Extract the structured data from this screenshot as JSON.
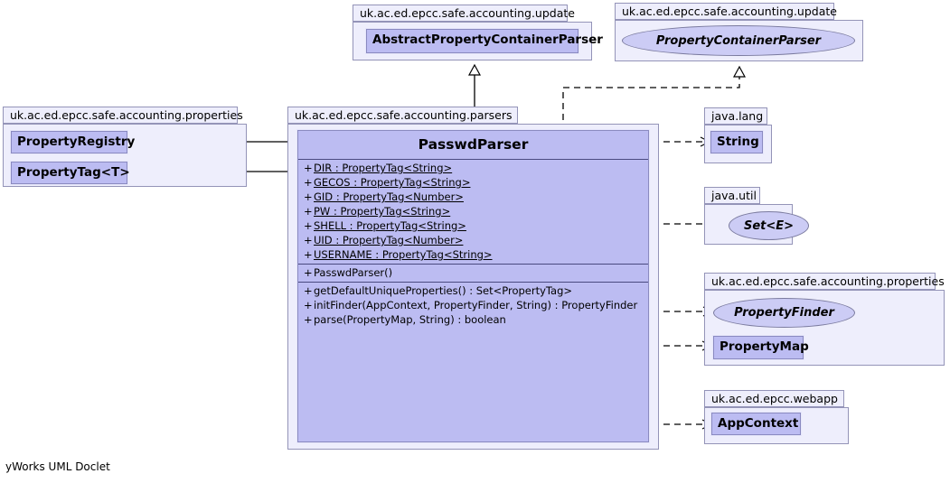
{
  "diagram": {
    "kind": "uml-class-diagram",
    "footer": "yWorks UML Doclet",
    "colors": {
      "class_fill": "#bcbcf2",
      "class_border": "#8a8ac0",
      "package_fill": "#eeeefc",
      "package_border": "#9494b8",
      "interface_fill": "#ccccf5",
      "line": "#000000",
      "background": "#ffffff"
    }
  },
  "packages": {
    "update_abstract": {
      "label": "uk.ac.ed.epcc.safe.accounting.update"
    },
    "update_iface": {
      "label": "uk.ac.ed.epcc.safe.accounting.update"
    },
    "properties_left": {
      "label": "uk.ac.ed.epcc.safe.accounting.properties"
    },
    "parsers": {
      "label": "uk.ac.ed.epcc.safe.accounting.parsers"
    },
    "java_lang": {
      "label": "java.lang"
    },
    "java_util": {
      "label": "java.util"
    },
    "properties_right": {
      "label": "uk.ac.ed.epcc.safe.accounting.properties"
    },
    "webapp": {
      "label": "uk.ac.ed.epcc.webapp"
    }
  },
  "classes": {
    "abstract_property_container_parser": {
      "name": "AbstractPropertyContainerParser",
      "stereotype": "abstract-class"
    },
    "property_container_parser": {
      "name": "PropertyContainerParser",
      "stereotype": "interface"
    },
    "property_registry": {
      "name": "PropertyRegistry",
      "stereotype": "class"
    },
    "property_tag": {
      "name": "PropertyTag<T>",
      "stereotype": "class"
    },
    "string": {
      "name": "String",
      "stereotype": "class"
    },
    "set": {
      "name": "Set<E>",
      "stereotype": "interface"
    },
    "property_finder": {
      "name": "PropertyFinder",
      "stereotype": "interface"
    },
    "property_map": {
      "name": "PropertyMap",
      "stereotype": "class"
    },
    "app_context": {
      "name": "AppContext",
      "stereotype": "class"
    }
  },
  "main_class": {
    "name": "PasswdParser",
    "fields": [
      {
        "visibility": "+",
        "text": "DIR : PropertyTag<String>",
        "static": true
      },
      {
        "visibility": "+",
        "text": "GECOS : PropertyTag<String>",
        "static": true
      },
      {
        "visibility": "+",
        "text": "GID : PropertyTag<Number>",
        "static": true
      },
      {
        "visibility": "+",
        "text": "PW : PropertyTag<String>",
        "static": true
      },
      {
        "visibility": "+",
        "text": "SHELL : PropertyTag<String>",
        "static": true
      },
      {
        "visibility": "+",
        "text": "UID : PropertyTag<Number>",
        "static": true
      },
      {
        "visibility": "+",
        "text": "USERNAME : PropertyTag<String>",
        "static": true
      }
    ],
    "constructors": [
      {
        "visibility": "+",
        "text": "PasswdParser()",
        "static": false
      }
    ],
    "methods": [
      {
        "visibility": "+",
        "text": "getDefaultUniqueProperties() : Set<PropertyTag>",
        "static": false
      },
      {
        "visibility": "+",
        "text": "initFinder(AppContext, PropertyFinder, String) : PropertyFinder",
        "static": false
      },
      {
        "visibility": "+",
        "text": "parse(PropertyMap, String) : boolean",
        "static": false
      }
    ]
  },
  "relations": [
    {
      "name": "generalization-to-abstract-property-container-parser",
      "type": "generalization",
      "style": "solid",
      "arrow": "hollow-triangle",
      "from": "PasswdParser",
      "to": "AbstractPropertyContainerParser"
    },
    {
      "name": "realization-to-property-container-parser",
      "type": "realization",
      "style": "dashed",
      "arrow": "hollow-triangle",
      "from": "PasswdParser",
      "to": "PropertyContainerParser"
    },
    {
      "name": "association-to-property-registry",
      "type": "association",
      "style": "solid",
      "arrow": "open",
      "from": "PasswdParser",
      "to": "PropertyRegistry"
    },
    {
      "name": "association-to-property-tag",
      "type": "association",
      "style": "solid",
      "arrow": "open",
      "from": "PasswdParser",
      "to": "PropertyTag<T>"
    },
    {
      "name": "dependency-to-string",
      "type": "dependency",
      "style": "dashed",
      "arrow": "open",
      "from": "PasswdParser",
      "to": "String"
    },
    {
      "name": "dependency-to-set",
      "type": "dependency",
      "style": "dashed",
      "arrow": "open",
      "from": "PasswdParser",
      "to": "Set<E>"
    },
    {
      "name": "dependency-to-property-finder",
      "type": "dependency",
      "style": "dashed",
      "arrow": "open",
      "from": "PasswdParser",
      "to": "PropertyFinder"
    },
    {
      "name": "dependency-to-property-map",
      "type": "dependency",
      "style": "dashed",
      "arrow": "open",
      "from": "PasswdParser",
      "to": "PropertyMap"
    },
    {
      "name": "dependency-to-app-context",
      "type": "dependency",
      "style": "dashed",
      "arrow": "open",
      "from": "PasswdParser",
      "to": "AppContext"
    }
  ]
}
